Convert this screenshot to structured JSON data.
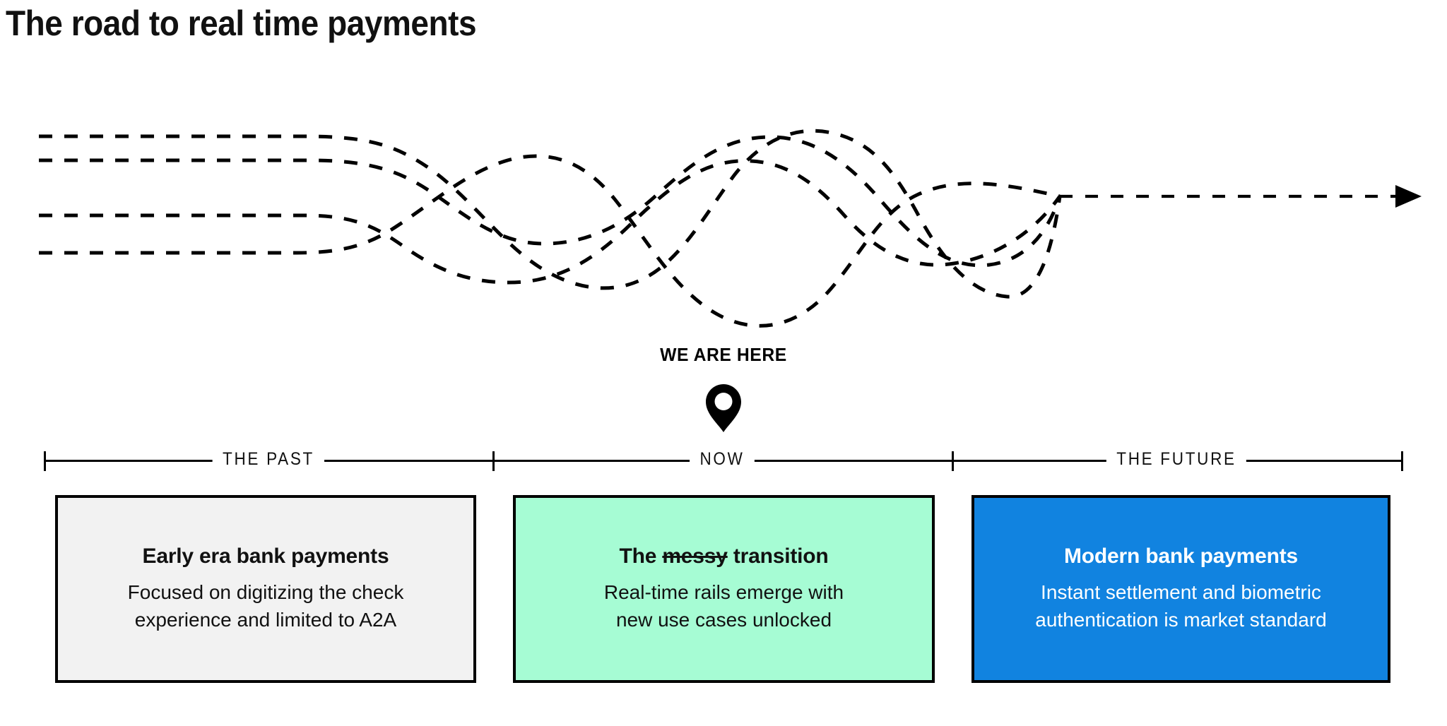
{
  "title": "The road to real time payments",
  "marker": {
    "label": "WE ARE HERE",
    "icon": "map-pin-icon"
  },
  "timeline": {
    "segments": [
      {
        "label": "THE  PAST"
      },
      {
        "label": "NOW"
      },
      {
        "label": "THE  FUTURE"
      }
    ],
    "arrow_icon": "arrow-right-icon"
  },
  "cards": [
    {
      "id": "past",
      "title_prefix": "Early era bank payments",
      "title_strike": "",
      "title_suffix": "",
      "body_line1": "Focused on digitizing the check",
      "body_line2": "experience and limited to A2A",
      "background": "#f2f2f2",
      "text_color": "#111111"
    },
    {
      "id": "now",
      "title_prefix": "The ",
      "title_strike": "messy",
      "title_suffix": " transition",
      "body_line1": "Real-time rails emerge with",
      "body_line2": "new use cases unlocked",
      "background": "#a6fcd4",
      "text_color": "#111111"
    },
    {
      "id": "future",
      "title_prefix": "Modern bank payments",
      "title_strike": "",
      "title_suffix": "",
      "body_line1": "Instant settlement and biometric",
      "body_line2": "authentication is market standard",
      "background": "#1183e0",
      "text_color": "#ffffff"
    }
  ],
  "chart_data": {
    "type": "line",
    "title": "The road to real time payments",
    "description": "Four dashed paths run parallel in the past, tangle and cross through the present, then converge into a single dashed arrow pointing to the future.",
    "series": [
      {
        "name": "path-1",
        "start_y": 193,
        "converge_y": 278
      },
      {
        "name": "path-2",
        "start_y": 227,
        "converge_y": 278
      },
      {
        "name": "path-3",
        "start_y": 305,
        "converge_y": 278
      },
      {
        "name": "path-4",
        "start_y": 358,
        "converge_y": 278
      }
    ],
    "x_start": 55,
    "x_converge": 1500,
    "x_end": 2010,
    "grid": false,
    "legend": "none"
  }
}
